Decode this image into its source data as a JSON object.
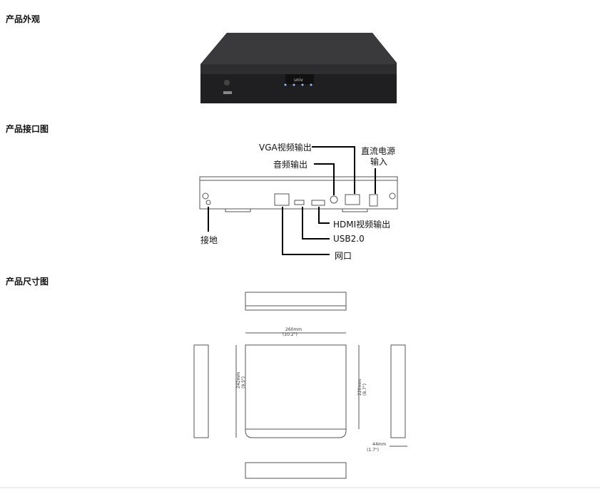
{
  "sections": {
    "appearance": "产品外观",
    "interfaces": "产品接口图",
    "dimensions": "产品尺寸图"
  },
  "device": {
    "brand": "univ"
  },
  "ports": {
    "vga": "VGA视频输出",
    "audio": "音频输出",
    "power_line1": "直流电源",
    "power_line2": "输入",
    "hdmi": "HDMI视频输出",
    "usb": "USB2.0",
    "ground": "接地",
    "network": "网口"
  },
  "dims": {
    "width": "260mm",
    "width_in": "(10.2\")",
    "depth": "242mm",
    "depth_in": "(9.5\")",
    "depth2": "220mm",
    "depth2_in": "(8.7\")",
    "height": "44mm",
    "height_in": "(1.7\")"
  }
}
